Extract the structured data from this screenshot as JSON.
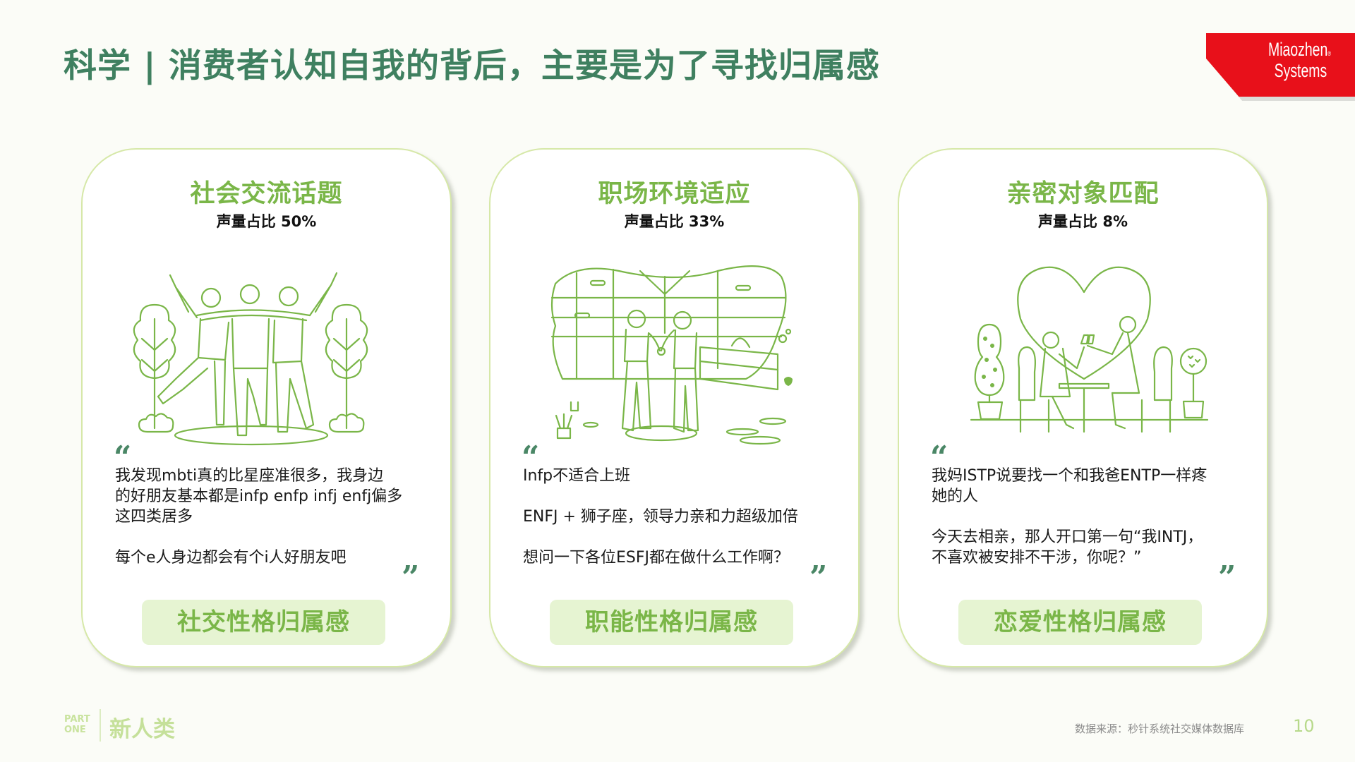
{
  "header": {
    "title": "科学 | 消费者认知自我的背后，主要是为了寻找归属感",
    "logo": {
      "line1": "Miaozhen",
      "line2": "Systems",
      "mark": "®"
    }
  },
  "colors": {
    "title": "#3f8060",
    "accent_green": "#7ab648",
    "tag_bg": "#e6f4d2",
    "quote_mark": "#4a8766",
    "logo_red": "#e8101a"
  },
  "cards": [
    {
      "title": "社会交流话题",
      "share_label": "声量占比 50%",
      "illustration": "friends-hugging-illustration",
      "quote_open": "“",
      "quote_close": "”",
      "quotes": [
        "我发现mbti真的比星座准很多，我身边",
        "的好朋友基本都是infp enfp infj enfj偏多",
        "这四类居多",
        "",
        "每个e人身边都会有个i人好朋友吧"
      ],
      "tag": "社交性格归属感"
    },
    {
      "title": "职场环境适应",
      "share_label": "声量占比 33%",
      "illustration": "office-handshake-illustration",
      "quote_open": "“",
      "quote_close": "”",
      "quotes": [
        "Infp不适合上班",
        "",
        "ENFJ + 狮子座，领导力亲和力超级加倍",
        "",
        "想问一下各位ESFJ都在做什么工作啊？"
      ],
      "tag": "职能性格归属感"
    },
    {
      "title": "亲密对象匹配",
      "share_label": "声量占比 8%",
      "illustration": "couple-date-illustration",
      "quote_open": "“",
      "quote_close": "”",
      "quotes": [
        "我妈ISTP说要找一个和我爸ENTP一样疼",
        "她的人",
        "",
        "今天去相亲，那人开口第一句“我INTJ，",
        "不喜欢被安排不干涉，你呢？”"
      ],
      "tag": "恋爱性格归属感"
    }
  ],
  "footer": {
    "part_line1": "PART",
    "part_line2": "ONE",
    "section": "新人类",
    "source": "数据来源：秒针系统社交媒体数据库",
    "page_number": "10"
  }
}
